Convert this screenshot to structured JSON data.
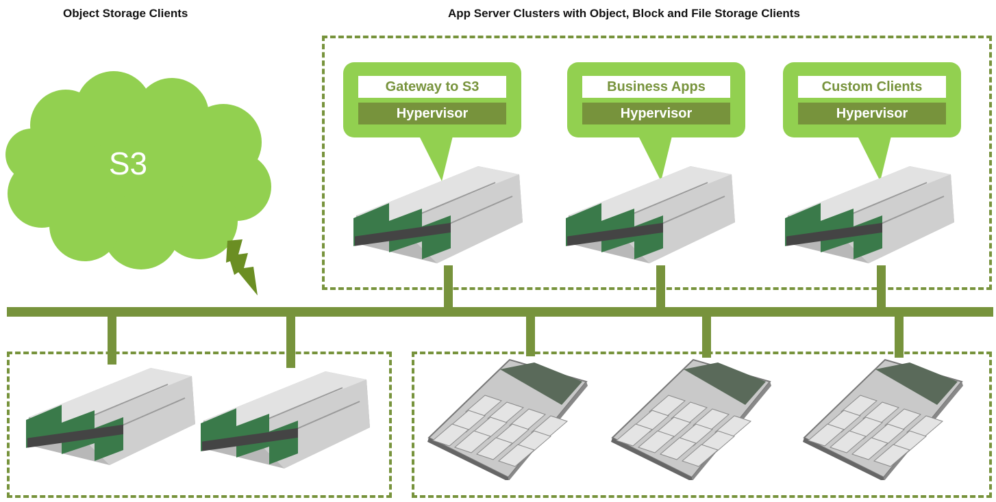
{
  "headers": {
    "left": "Object Storage Clients",
    "right": "App Server Clusters with Object, Block and File Storage Clients"
  },
  "cloud": {
    "label": "S3"
  },
  "app_clusters": [
    {
      "label": "Gateway to S3",
      "hypervisor": "Hypervisor"
    },
    {
      "label": "Business Apps",
      "hypervisor": "Hypervisor"
    },
    {
      "label": "Custom Clients",
      "hypervisor": "Hypervisor"
    }
  ],
  "colors": {
    "accent_green": "#92d050",
    "dark_green": "#77933c"
  }
}
